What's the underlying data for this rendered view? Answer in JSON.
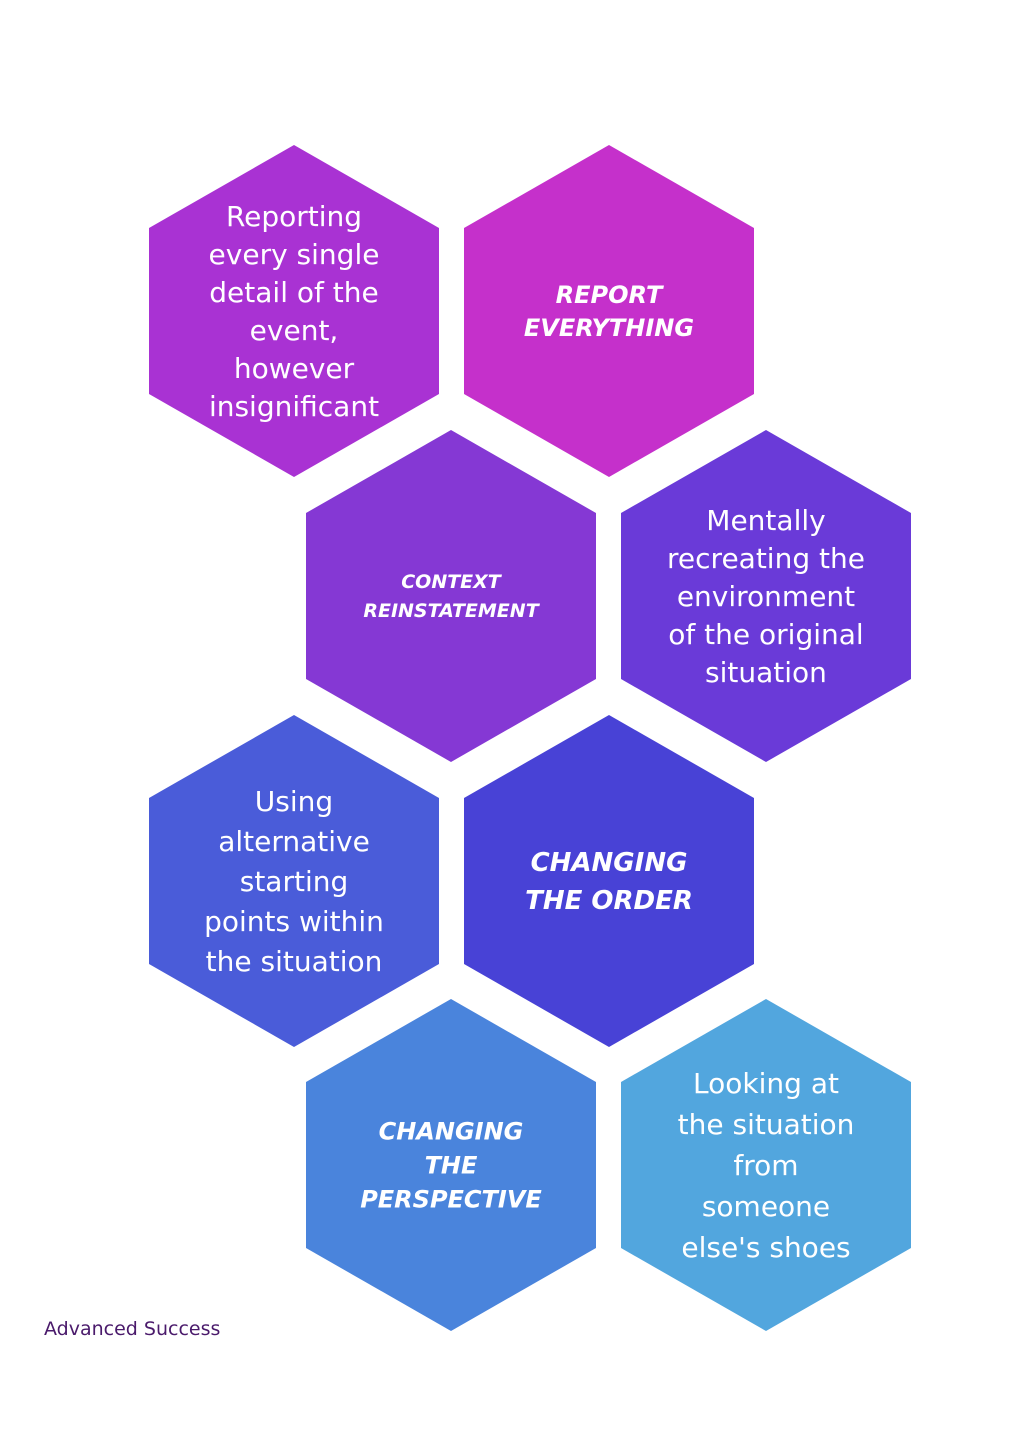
{
  "hexagons": [
    {
      "id": "report-desc",
      "kind": "desc",
      "color": "#a932d3",
      "lines": [
        "Reporting",
        "every single",
        "detail of the",
        "event,",
        "however",
        "insignificant"
      ]
    },
    {
      "id": "report-title",
      "kind": "title",
      "color": "#c530cb",
      "lines": [
        "REPORT",
        "EVERYTHING"
      ]
    },
    {
      "id": "context-title",
      "kind": "title",
      "color": "#8538d4",
      "lines": [
        "CONTEXT",
        "REINSTATEMENT"
      ]
    },
    {
      "id": "context-desc",
      "kind": "desc",
      "color": "#6a3ad8",
      "lines": [
        "Mentally",
        "recreating the",
        "environment",
        "of the original",
        "situation"
      ]
    },
    {
      "id": "order-desc",
      "kind": "desc",
      "color": "#4a5cd9",
      "lines": [
        "Using",
        "alternative",
        "starting",
        "points within",
        "the situation"
      ]
    },
    {
      "id": "order-title",
      "kind": "title",
      "color": "#4842d6",
      "lines": [
        "CHANGING",
        "THE ORDER"
      ]
    },
    {
      "id": "perspective-title",
      "kind": "title",
      "color": "#4a84dc",
      "lines": [
        "CHANGING",
        "THE",
        "PERSPECTIVE"
      ]
    },
    {
      "id": "perspective-desc",
      "kind": "desc",
      "color": "#52a6de",
      "lines": [
        "Looking at",
        "the situation",
        "from",
        "someone",
        "else's shoes"
      ]
    }
  ],
  "brand": "Advanced Success"
}
